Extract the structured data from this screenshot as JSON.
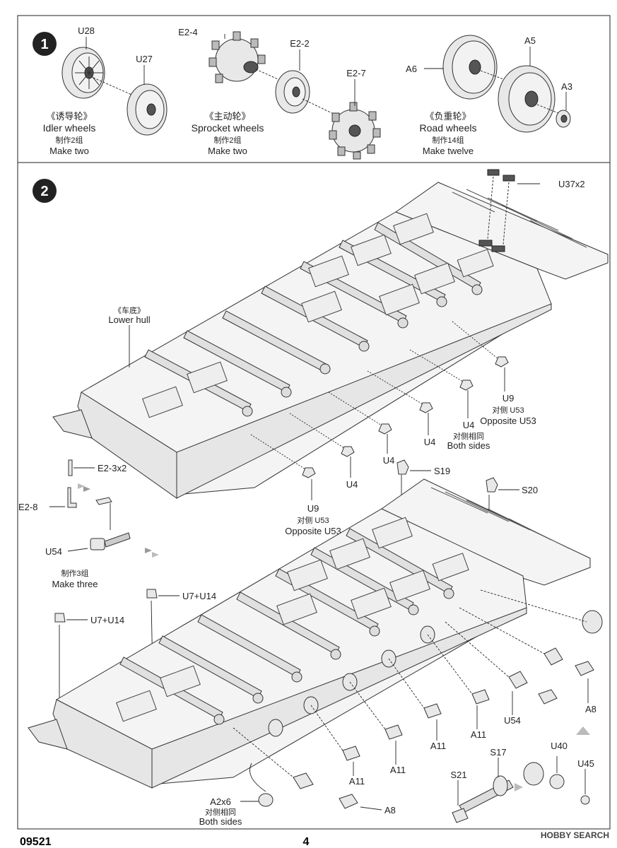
{
  "page": {
    "number": "4",
    "kit_code": "09521",
    "watermark": "HOBBY SEARCH"
  },
  "step1": {
    "number": "1",
    "idler": {
      "zh": "《诱导轮》",
      "en": "Idler wheels",
      "qty_zh": "制作2组",
      "qty_en": "Make two",
      "parts": [
        "U28",
        "U27"
      ]
    },
    "sprocket": {
      "zh": "《主动轮》",
      "en": "Sprocket wheels",
      "qty_zh": "制作2组",
      "qty_en": "Make two",
      "parts": [
        "E2-4",
        "E2-2",
        "E2-7"
      ]
    },
    "road": {
      "zh": "《负重轮》",
      "en": "Road wheels",
      "qty_zh": "制作14组",
      "qty_en": "Make twelve",
      "parts": [
        "A6",
        "A5",
        "A3"
      ]
    }
  },
  "step2": {
    "number": "2",
    "lower_hull": {
      "zh": "《车底》",
      "en": "Lower hull"
    },
    "labels": {
      "u37": "U37x2",
      "u9_a": "U9",
      "u9_a_zh": "对侧 U53",
      "u9_a_en": "Opposite U53",
      "u4_a": "U4",
      "u4_a_zh": "对侧相同",
      "u4_a_en": "Both sides",
      "u4_b": "U4",
      "u4_c": "U4",
      "u4_d": "U4",
      "u9_b": "U9",
      "u9_b_zh": "对侧 U53",
      "u9_b_en": "Opposite U53",
      "s19": "S19",
      "s20": "S20",
      "e23": "E2-3x2",
      "e28": "E2-8",
      "u54_a": "U54",
      "make_three_zh": "制作3组",
      "make_three_en": "Make three",
      "u7_a": "U7+U14",
      "u7_b": "U7+U14",
      "a8_a": "A8",
      "a8_b": "A8",
      "a11_a": "A11",
      "a11_b": "A11",
      "a11_c": "A11",
      "a11_d": "A11",
      "u54_b": "U54",
      "u40": "U40",
      "u45": "U45",
      "s17": "S17",
      "s21": "S21",
      "a2": "A2x6",
      "a2_zh": "对侧相同",
      "a2_en": "Both sides"
    }
  }
}
